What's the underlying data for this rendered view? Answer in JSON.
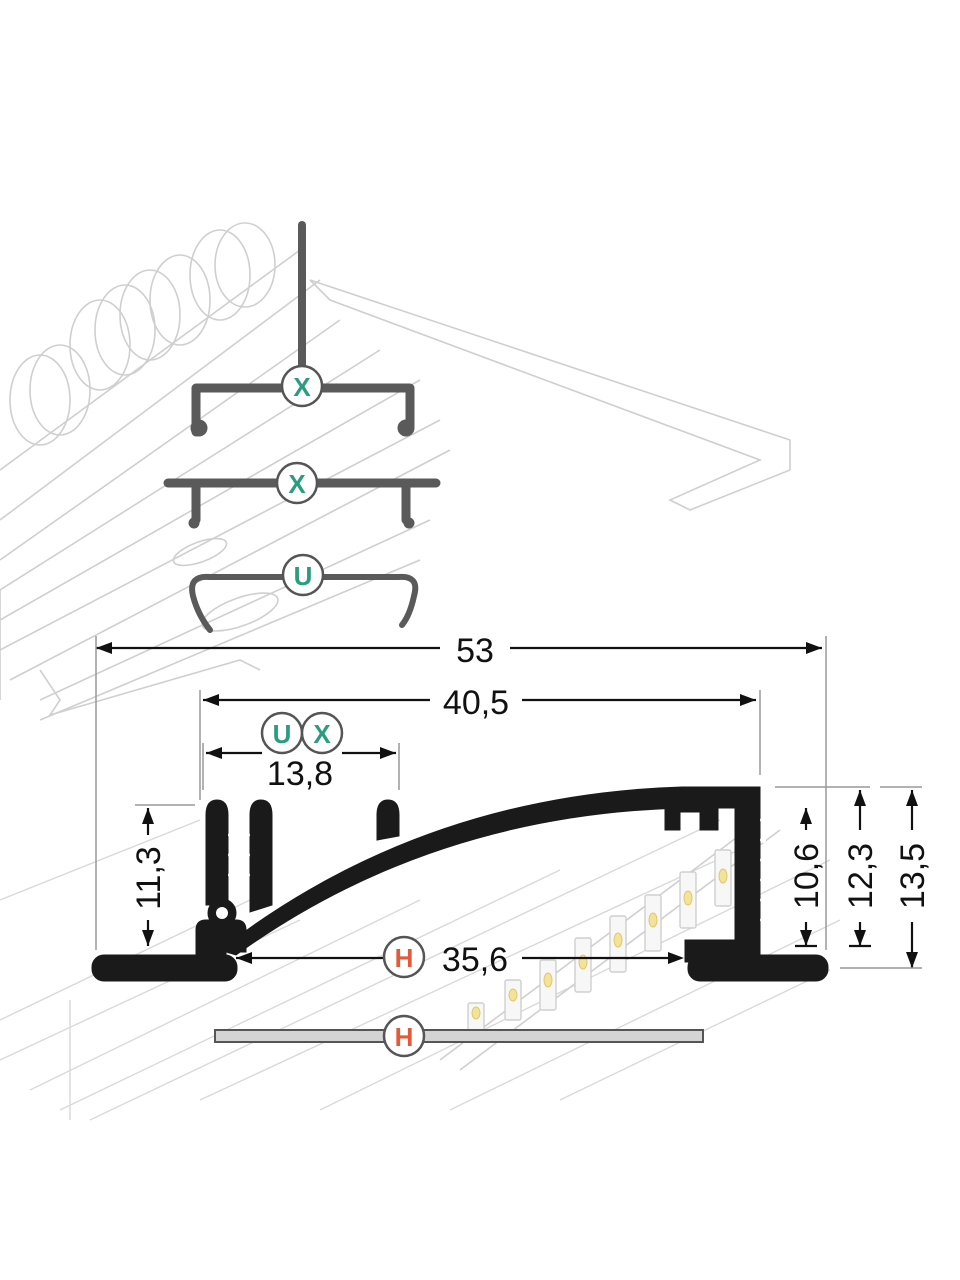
{
  "badges": {
    "x": {
      "letter": "X",
      "color": "#2a9d7f"
    },
    "u": {
      "letter": "U",
      "color": "#2a9d7f"
    },
    "h": {
      "letter": "H",
      "color": "#e35a3a"
    }
  },
  "dimensions": {
    "overall_width": "53",
    "inner_width": "40,5",
    "mount_width": "13,8",
    "diffuser_width": "35,6",
    "left_height": "11,3",
    "right_height_inner": "10,6",
    "right_height_mid": "12,3",
    "right_height_total": "13,5"
  },
  "colors": {
    "profile": "#1a1a1a",
    "clip": "#5a5a5a",
    "ghost": "#cfcfcf",
    "diffuser": "#d4d4d4",
    "led": "#f2e29a"
  }
}
